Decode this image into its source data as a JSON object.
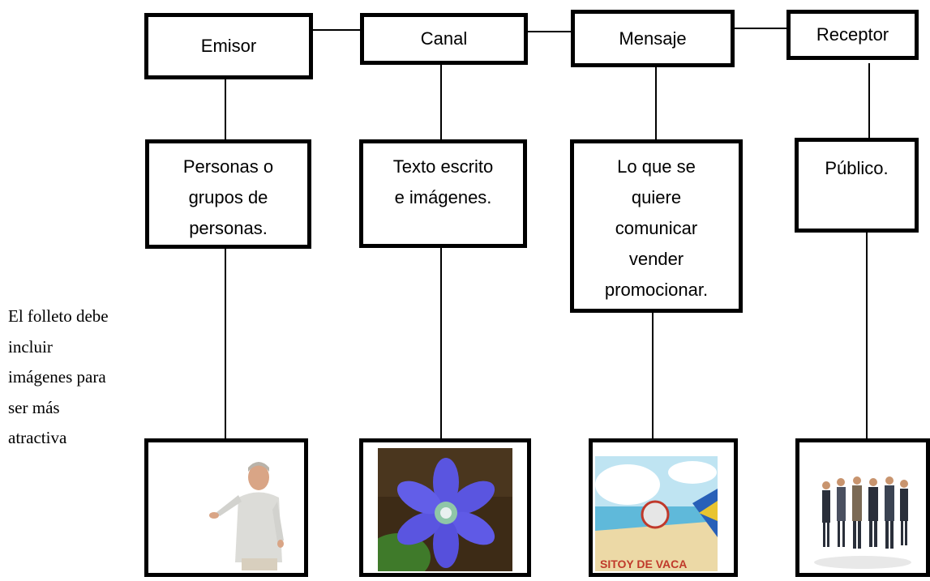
{
  "headers": [
    "Emisor",
    "Canal",
    "Mensaje",
    "Receptor"
  ],
  "descriptions": [
    [
      "Personas o",
      "grupos de",
      "personas."
    ],
    [
      "Texto escrito",
      "e imágenes."
    ],
    [
      "Lo que se",
      "quiere",
      "comunicar",
      "vender",
      "promocionar."
    ],
    [
      "Público."
    ]
  ],
  "side_note": [
    "El folleto debe",
    "incluir",
    "imágenes para",
    "ser más",
    "atractiva"
  ],
  "image_texts": {
    "beach_banner": "SITOY DE VACA"
  },
  "icons": [
    "person-presenting-image",
    "blue-flower-image",
    "beach-poster-image",
    "business-group-image"
  ]
}
